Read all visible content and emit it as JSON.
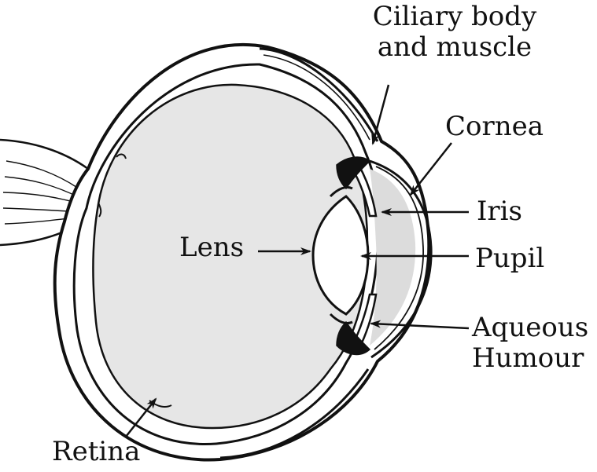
{
  "labels": {
    "ciliary_line1": "Ciliary body",
    "ciliary_line2": "and muscle",
    "cornea": "Cornea",
    "iris": "Iris",
    "lens": "Lens",
    "pupil": "Pupil",
    "aqueous_line1": "Aqueous",
    "aqueous_line2": "Humour",
    "retina": "Retina"
  },
  "colors": {
    "vitreous_fill": "#e6e6e6",
    "aqueous_fill": "#dcdcdc",
    "outline": "#111111",
    "background": "#ffffff"
  }
}
